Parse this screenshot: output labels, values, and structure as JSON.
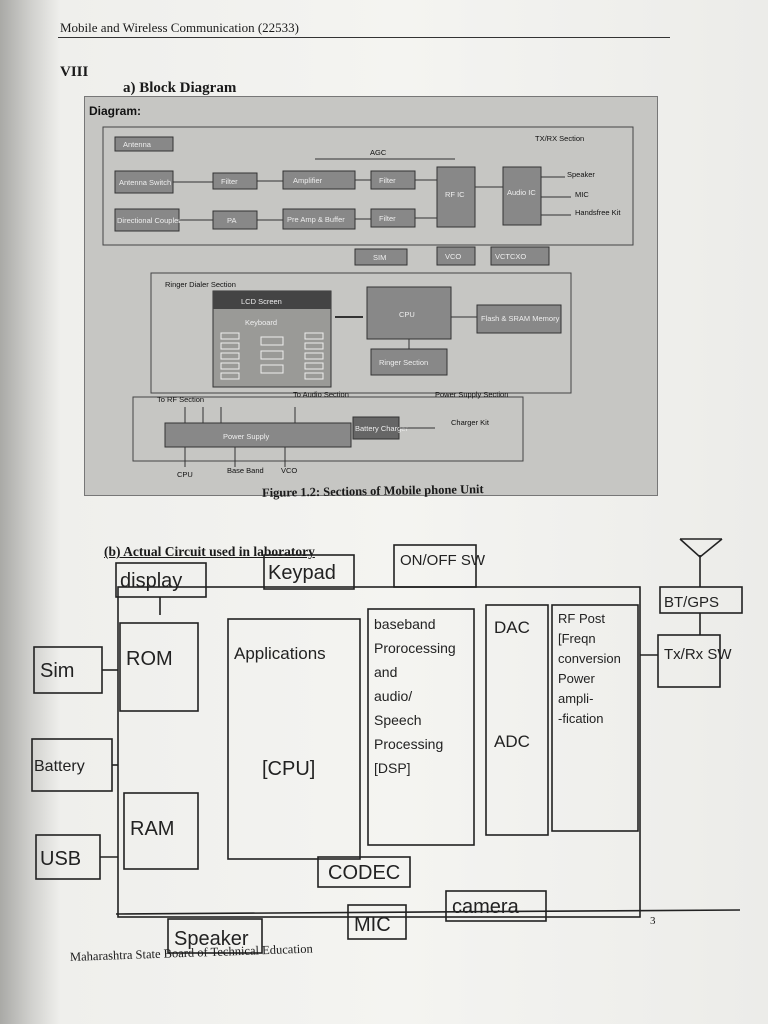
{
  "header": {
    "title": "Mobile and Wireless Communication (22533)"
  },
  "section": {
    "number": "VIII",
    "subtitle_a": "a) Block Diagram"
  },
  "block_diagram": {
    "heading": "Diagram:",
    "tx_rx_section": "TX/RX Section",
    "agc": "AGC",
    "antenna": "Antenna",
    "antenna_switch": "Antenna Switch",
    "directional_coupler": "Directional Coupler",
    "filter": "Filter",
    "amplifier": "Amplifier",
    "pa": "PA",
    "pre_amp": "Pre Amp & Buffer",
    "rf_ic": "RF IC",
    "audio_ic": "Audio IC",
    "speaker": "Speaker",
    "mic": "MIC",
    "handsfree": "Handsfree Kit",
    "sim": "SIM",
    "vco": "VCO",
    "vctcxo": "VCTCXO",
    "ringer_dialer": "Ringer Dialer Section",
    "lcd_screen": "LCD Screen",
    "keyboard": "Keyboard",
    "cpu": "CPU",
    "flash": "Flash & SRAM Memory",
    "ringer_section": "Ringer Section",
    "to_rf": "To RF Section",
    "to_audio": "To Audio Section",
    "power_supply_section": "Power Supply Section",
    "power_supply": "Power Supply",
    "battery_charger": "Battery Charger",
    "charger_kit": "Charger Kit",
    "out_cpu": "CPU",
    "out_base": "Base Band",
    "out_vco": "VCO"
  },
  "caption": "Figure 1.2: Sections of Mobile phone Unit",
  "subtitle_b": "(b) Actual Circuit used in laboratory",
  "circuit": {
    "display": "display",
    "keypad": "Keypad",
    "onoff": "ON/OFF SW",
    "bt_gps": "BT/GPS",
    "txrx": "Tx/Rx SW",
    "sim": "Sim",
    "battery": "Battery",
    "usb": "USB",
    "rom": "ROM",
    "ram": "RAM",
    "applications": "Applications",
    "cpu": "[CPU]",
    "baseband": "baseband",
    "baseband_2": "Prorocessing",
    "baseband_3": "and",
    "baseband_4": "audio/",
    "baseband_5": "Speech",
    "baseband_6": "Processing",
    "baseband_7": "[DSP]",
    "dac": "DAC",
    "adc": "ADC",
    "rf_post": "RF Post",
    "rf_2": "[Freqn",
    "rf_3": "conversion",
    "rf_4": "Power",
    "rf_5": "ampli-",
    "rf_6": "-fication",
    "codec": "CODEC",
    "speaker": "Speaker",
    "mic": "MIC",
    "camera": "camera"
  },
  "footer": {
    "org": "Maharashtra State Board of Technical Education",
    "page": "3"
  }
}
